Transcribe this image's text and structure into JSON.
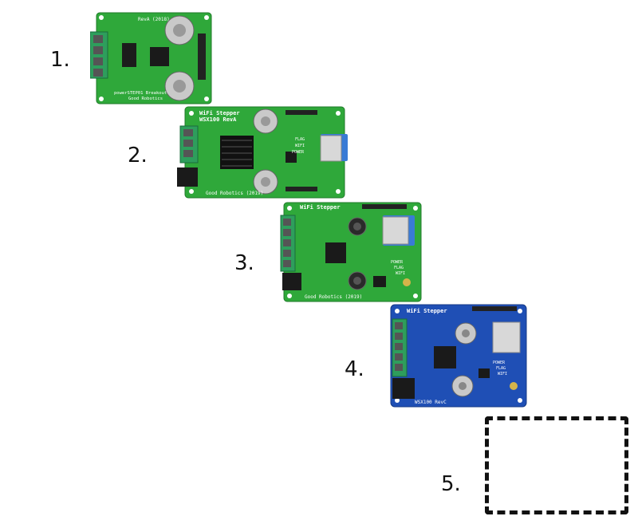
{
  "steps": [
    {
      "number": "1.",
      "board_title": "RevA (2018)",
      "board_footer": "powerSTEP01 Breakout",
      "board_footer2": "Good Robotics",
      "color": "#2fa83a"
    },
    {
      "number": "2.",
      "board_title": "WiFi Stepper",
      "board_subtitle": "WSX100 RevA",
      "board_footer": "Good Robotics (2019)",
      "color": "#2fa83a"
    },
    {
      "number": "3.",
      "board_title": "WiFi Stepper",
      "board_footer": "Good Robotics (2019)",
      "color": "#2fa83a"
    },
    {
      "number": "4.",
      "board_title": "WiFi Stepper",
      "board_footer": "WSX100 RevC",
      "color": "#1f4fb5"
    },
    {
      "number": "5."
    }
  ],
  "labels": {
    "flag": "FLAG",
    "wifi": "WIFI",
    "power": "POWER"
  }
}
